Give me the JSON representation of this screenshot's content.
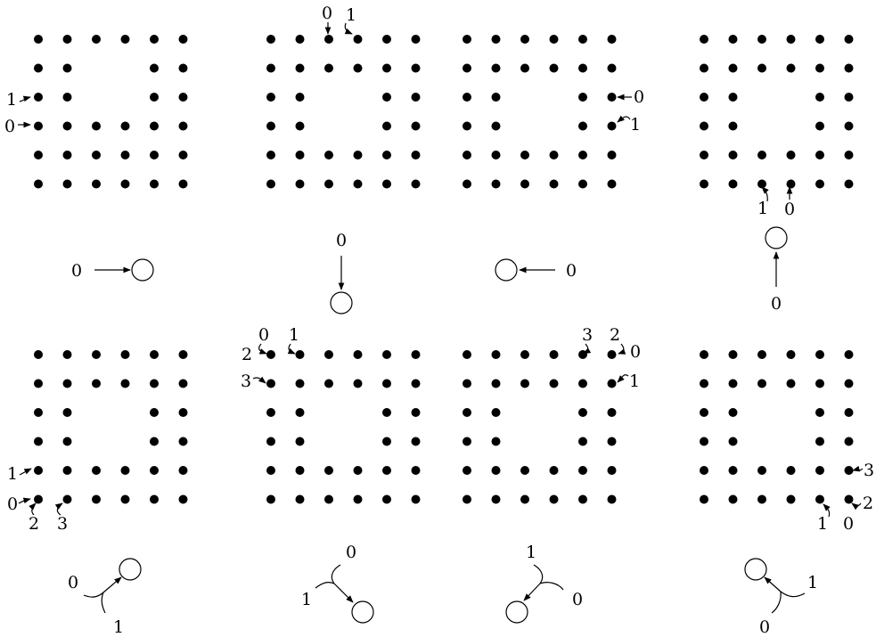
{
  "figure": {
    "colors": {
      "ink": "#000000",
      "background": "#ffffff"
    },
    "panels": [
      {
        "holes": [
          [
            1,
            2
          ],
          [
            1,
            3
          ],
          [
            2,
            2
          ],
          [
            2,
            3
          ]
        ],
        "labels": [
          "1",
          "0"
        ],
        "legend": {
          "kind": "arrow",
          "labels": [
            "0"
          ]
        }
      },
      {
        "holes": [
          [
            2,
            2
          ],
          [
            2,
            3
          ],
          [
            3,
            2
          ],
          [
            3,
            3
          ]
        ],
        "labels": [
          "0",
          "1"
        ],
        "legend": {
          "kind": "arrow",
          "labels": [
            "0"
          ]
        }
      },
      {
        "holes": [
          [
            2,
            2
          ],
          [
            2,
            3
          ],
          [
            3,
            2
          ],
          [
            3,
            3
          ]
        ],
        "labels": [
          "0",
          "1"
        ],
        "legend": {
          "kind": "arrow",
          "labels": [
            "0"
          ]
        }
      },
      {
        "holes": [
          [
            2,
            2
          ],
          [
            2,
            3
          ],
          [
            3,
            2
          ],
          [
            3,
            3
          ]
        ],
        "labels": [
          "1",
          "0"
        ],
        "legend": {
          "kind": "arrow",
          "labels": [
            "0"
          ]
        }
      },
      {
        "holes": [
          [
            2,
            2
          ],
          [
            2,
            3
          ],
          [
            3,
            2
          ],
          [
            3,
            3
          ]
        ],
        "labels": [
          "1",
          "0",
          "2",
          "3"
        ],
        "legend": {
          "kind": "merge",
          "labels": [
            "0",
            "1"
          ]
        }
      },
      {
        "holes": [
          [
            2,
            2
          ],
          [
            2,
            3
          ],
          [
            3,
            2
          ],
          [
            3,
            3
          ]
        ],
        "labels": [
          "2",
          "0",
          "1",
          "3"
        ],
        "legend": {
          "kind": "merge",
          "labels": [
            "0",
            "1"
          ]
        }
      },
      {
        "holes": [
          [
            2,
            2
          ],
          [
            2,
            3
          ],
          [
            3,
            2
          ],
          [
            3,
            3
          ]
        ],
        "labels": [
          "3",
          "2",
          "0",
          "1"
        ],
        "legend": {
          "kind": "merge",
          "labels": [
            "1",
            "0"
          ]
        }
      },
      {
        "holes": [
          [
            2,
            2
          ],
          [
            2,
            3
          ],
          [
            3,
            2
          ],
          [
            3,
            3
          ]
        ],
        "labels": [
          "3",
          "1",
          "0",
          "2"
        ],
        "legend": {
          "kind": "merge",
          "labels": [
            "1",
            "0"
          ]
        }
      }
    ]
  }
}
